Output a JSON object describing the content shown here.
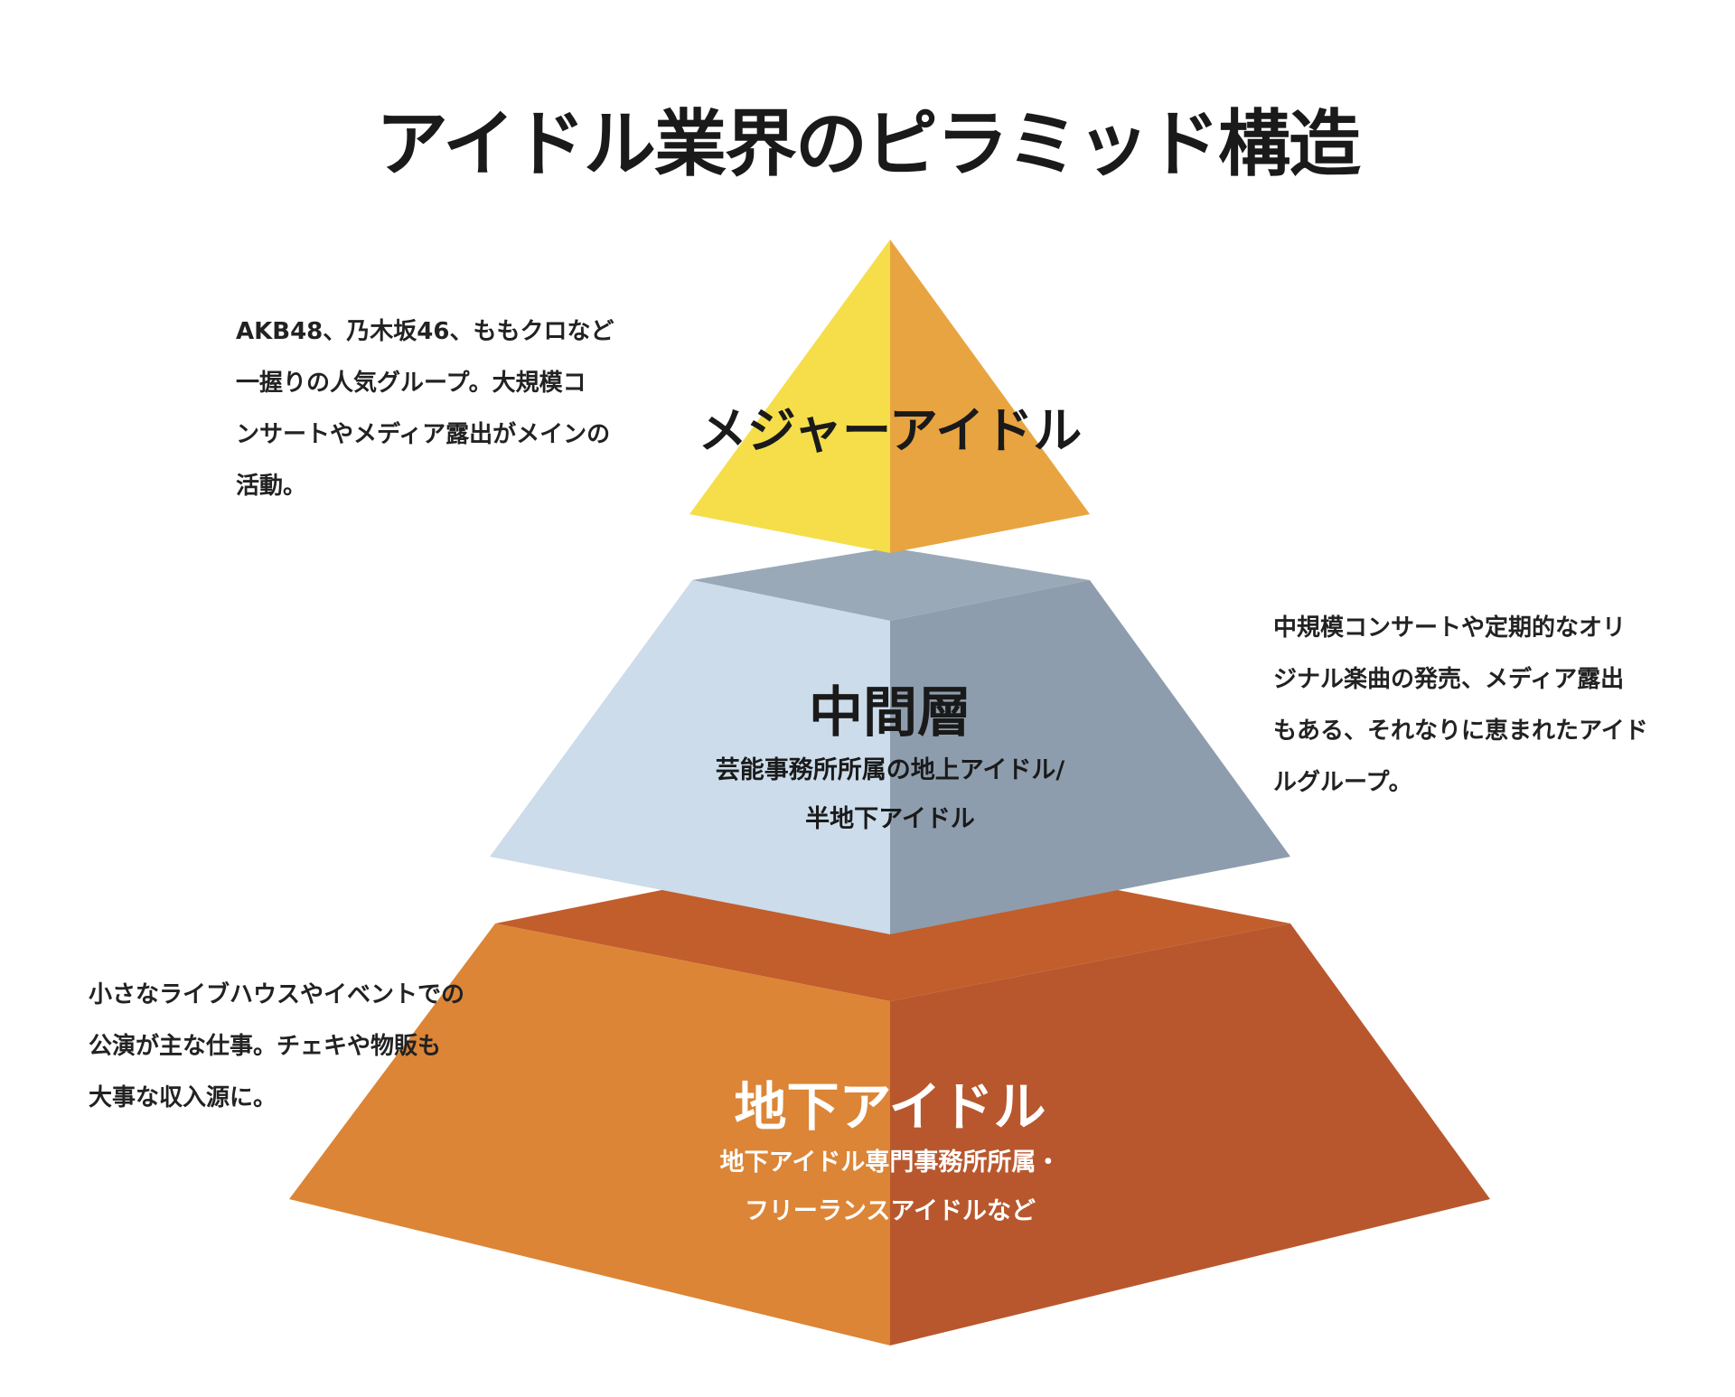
{
  "title": "アイドル業界のピラミッド構造",
  "colors": {
    "top_left": "#F5DE4A",
    "top_right": "#E8A440",
    "mid_top": "#9AA9B8",
    "mid_left": "#CCDCEA",
    "mid_right": "#8E9DAD",
    "bot_top": "#C15E2C",
    "bot_left": "#DC8536",
    "bot_right": "#B8572D"
  },
  "tiers": [
    {
      "label": "メジャーアイドル",
      "sub": [],
      "description": [
        "AKB48、乃木坂46、ももクロなど",
        "一握りの人気グループ。大規模コ",
        "ンサートやメディア露出がメインの",
        "活動。"
      ]
    },
    {
      "label": "中間層",
      "sub": [
        "芸能事務所所属の地上アイドル/",
        "半地下アイドル"
      ],
      "description": [
        "中規模コンサートや定期的なオリ",
        "ジナル楽曲の発売、メディア露出",
        "もある、それなりに恵まれたアイド",
        "ルグループ。"
      ]
    },
    {
      "label": "地下アイドル",
      "sub": [
        "地下アイドル専門事務所所属・",
        "フリーランスアイドルなど"
      ],
      "description": [
        "小さなライブハウスやイベントでの",
        "公演が主な仕事。チェキや物販も",
        "大事な収入源に。"
      ]
    }
  ]
}
